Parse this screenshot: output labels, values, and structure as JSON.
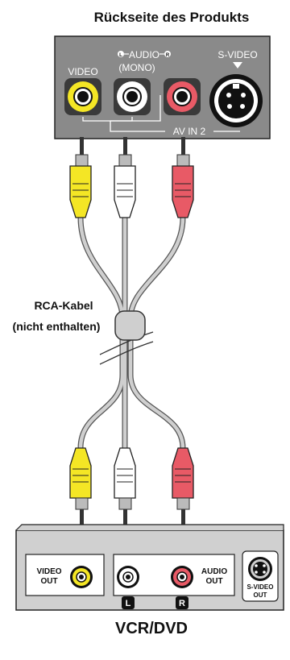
{
  "top_title": "Rückseite des Produkts",
  "top_panel": {
    "video_label": "VIDEO",
    "audio_label": "AUDIO",
    "audio_left_mark": "L",
    "audio_right_mark": "R",
    "mono_label": "(MONO)",
    "svideo_label": "S-VIDEO",
    "av_in_label": "AV IN 2"
  },
  "cable_label_line1": "RCA-Kabel",
  "cable_label_line2": "(nicht enthalten)",
  "bottom_panel": {
    "video_out_line1": "VIDEO",
    "video_out_line2": "OUT",
    "audio_out_line1": "AUDIO",
    "audio_out_line2": "OUT",
    "left_marker": "L",
    "right_marker": "R",
    "svideo_out_line1": "S-VIDEO",
    "svideo_out_line2": "OUT"
  },
  "bottom_title": "VCR/DVD",
  "colors": {
    "video": "#f4e625",
    "audio_left": "#ffffff",
    "audio_right": "#e85a66",
    "panel_top": "#8a8a8a",
    "panel_bottom": "#d0d0d0"
  }
}
